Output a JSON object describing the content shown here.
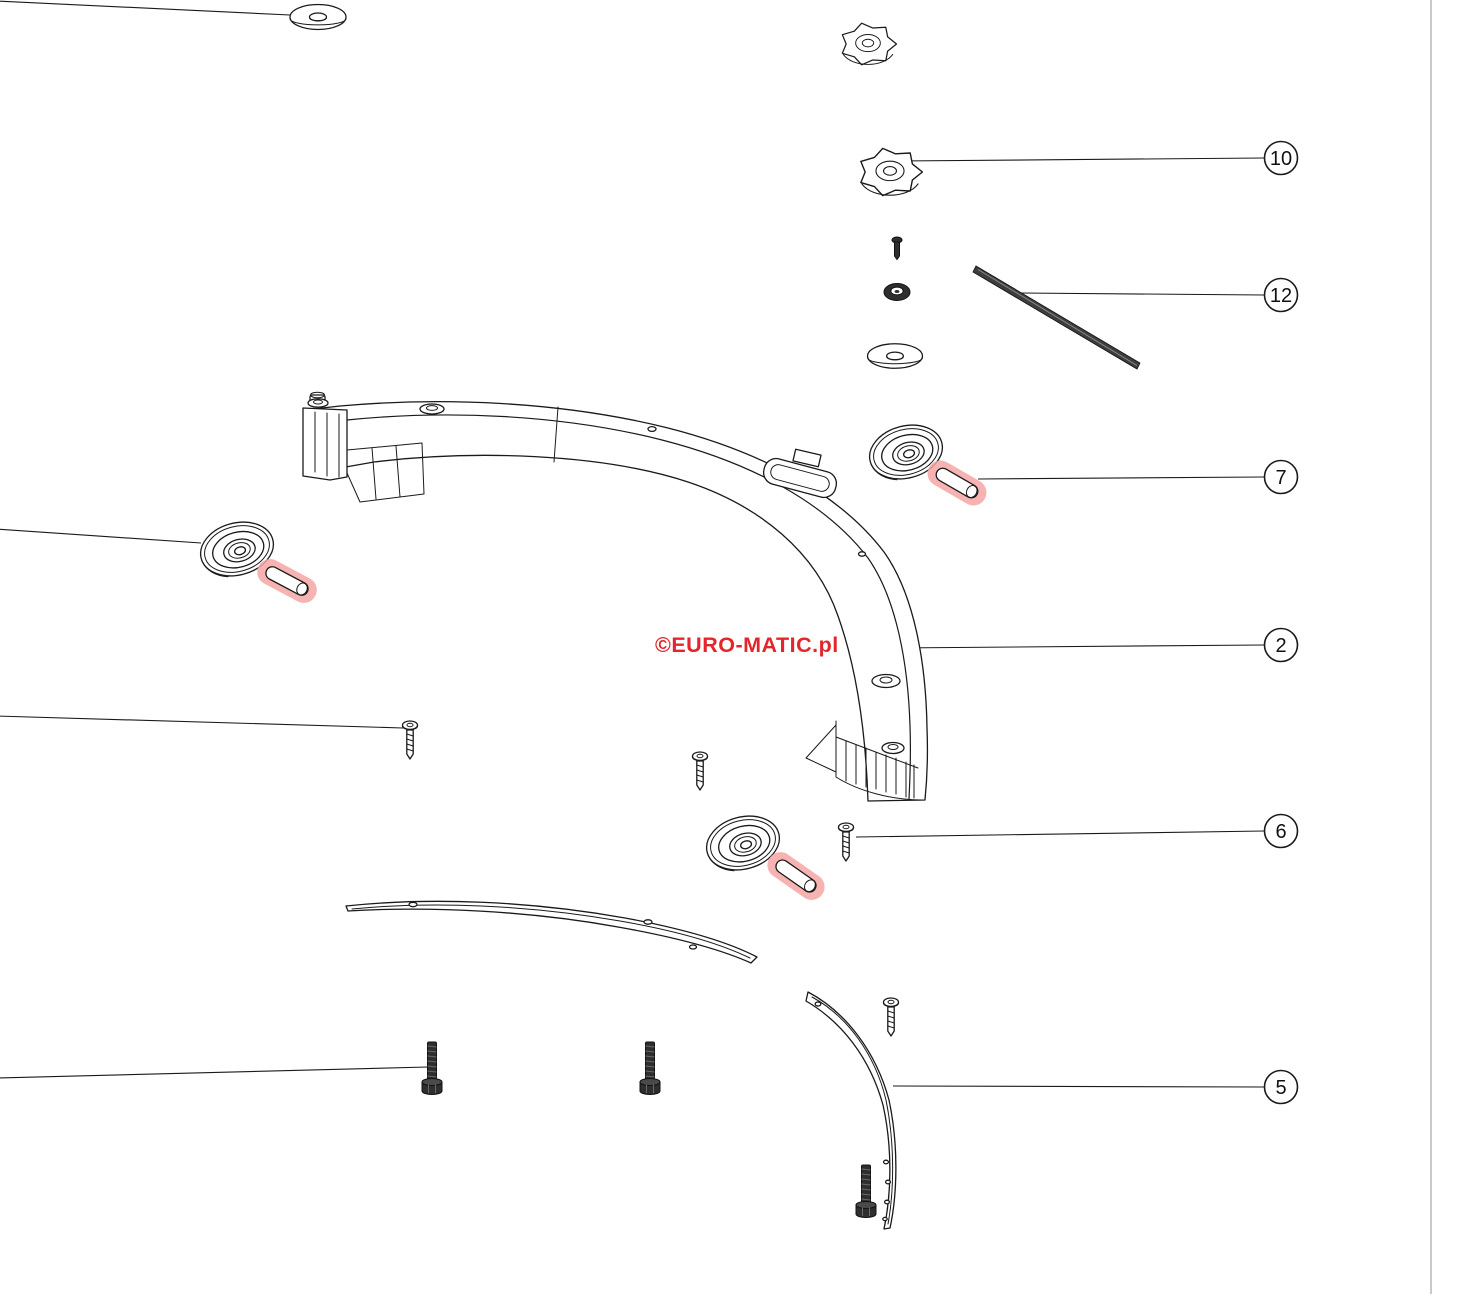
{
  "diagram": {
    "type": "exploded-parts-diagram",
    "watermark": "©EURO-MATIC.pl",
    "colors": {
      "line": "#1a1a1a",
      "watermark": "#e3262b",
      "highlight": "#f6a5a5",
      "page_edge": "#c9c9c9"
    },
    "callouts": [
      {
        "label": "10"
      },
      {
        "label": "12"
      },
      {
        "label": "7"
      },
      {
        "label": "2"
      },
      {
        "label": "6"
      },
      {
        "label": "5"
      }
    ]
  }
}
